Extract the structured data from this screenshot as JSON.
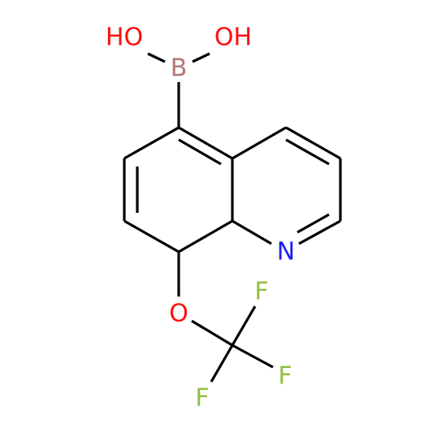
{
  "atoms": {
    "hydroxyl_left": {
      "text": "HO",
      "color": "#ff0d0d"
    },
    "hydroxyl_right": {
      "text": "OH",
      "color": "#ff0d0d"
    },
    "boron": {
      "text": "B",
      "color": "#b57474"
    },
    "nitrogen": {
      "text": "N",
      "color": "#1e1eff"
    },
    "ether_oxygen": {
      "text": "O",
      "color": "#ff0d0d"
    },
    "fluorine_top": {
      "text": "F",
      "color": "#90c040"
    },
    "fluorine_right": {
      "text": "F",
      "color": "#90c040"
    },
    "fluorine_bottom": {
      "text": "F",
      "color": "#90c040"
    }
  },
  "colors": {
    "bond": "#000000",
    "background": "#ffffff"
  }
}
